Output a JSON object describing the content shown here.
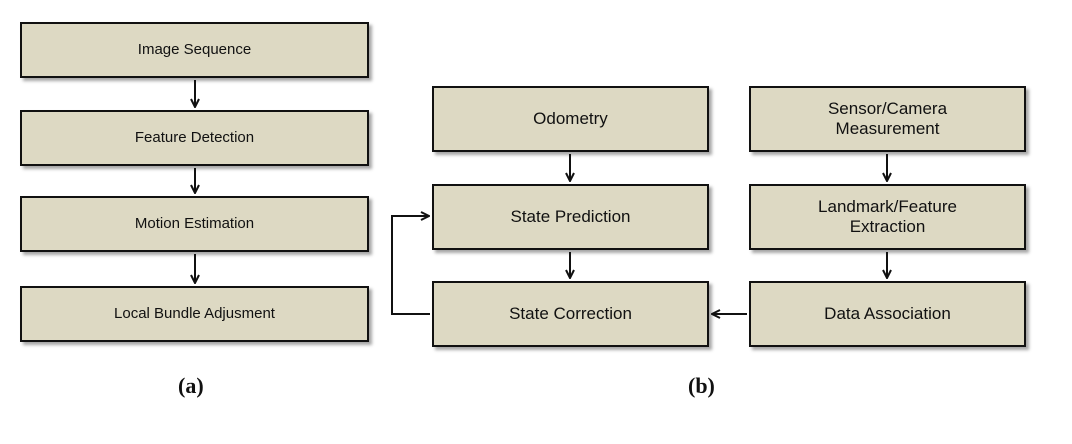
{
  "panel_a": {
    "steps": [
      "Image Sequence",
      "Feature Detection",
      "Motion Estimation",
      "Local Bundle Adjusment"
    ],
    "caption": "(a)"
  },
  "panel_b": {
    "odometry": "Odometry",
    "sensor_measurement": "Sensor/Camera\nMeasurement",
    "state_prediction": "State Prediction",
    "landmark_extraction": "Landmark/Feature\nExtraction",
    "state_correction": "State Correction",
    "data_association": "Data Association",
    "caption": "(b)"
  },
  "colors": {
    "box_fill": "#ddd9c3",
    "stroke": "#111111"
  }
}
